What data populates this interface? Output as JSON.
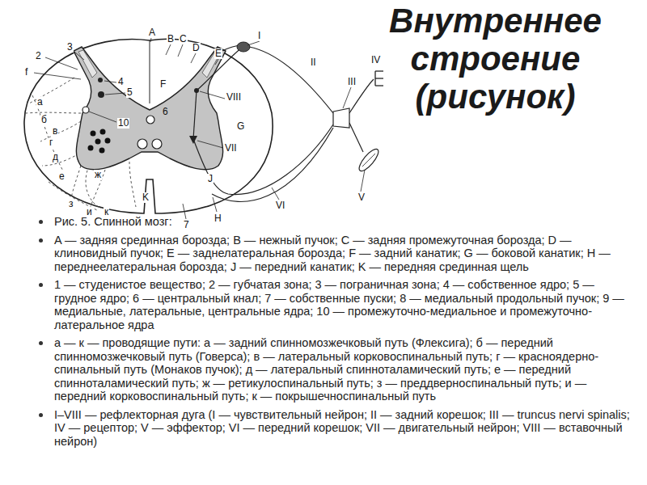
{
  "diagram": {
    "title": "Внутреннее строение (рисунок)",
    "caption": "Рис. 5. Спинной мозг:",
    "labels": [
      "A",
      "B",
      "C",
      "D",
      "E",
      "I",
      "II",
      "IV",
      "III",
      "3",
      "2",
      "f",
      "4",
      "5",
      "F",
      "VIII",
      "6",
      "10",
      "G",
      "VII",
      "а",
      "б",
      "в",
      "г",
      "д",
      "е",
      "ж",
      "з",
      "и",
      "к",
      "K",
      "J",
      "7",
      "H",
      "VI",
      "V",
      "A — задняя срединная борозда; B — нежный пучок; C — задняя промежуточная борозда; D — клиновидный пучок; E — заднелатеральная борозда; F — задний канатик; G — боковой канатик; H — переднеелатеральная борозда; J — передний канатик; K — передняя срединная щель",
      "1 — студенистое вещество; 2 — губчатая зона; 3 — пограничная зона; 4 — собственное ядро; 5 — грудное ядро; 6 — центральный кнал; 7 — собственные пуски; 8 — медиальный продольный пучок; 9 — медиальные, латеральные, центральные ядра; 10 — промежуточно-медиальное и промежуточно-латеральное ядра",
      "а — к — проводящие пути: а — задний спинномозжечковый путь (Флексига); б — передний спинномозжечковый путь (Говерса); в — латеральный корковоспинальный путь; г — красноядерно-спинальный путь (Монаков пучок); д — латеральный спинноталамический путь; е — передний спинноталамический путь; ж — ретикулоспинальный путь; з — преддверноспинальный путь; и — передний корковоспинальный путь; к — покрышечноспинальный путь",
      "I–VIII — рефлекторная дуга (I — чувствительный нейрон; II — задний корешок; III — truncus nervi spinalis; IV — рецептор; V — эффектор; VI — передний корешок; VII — двигательный нейрон; VIII — вставочный нейрон)"
    ]
  }
}
